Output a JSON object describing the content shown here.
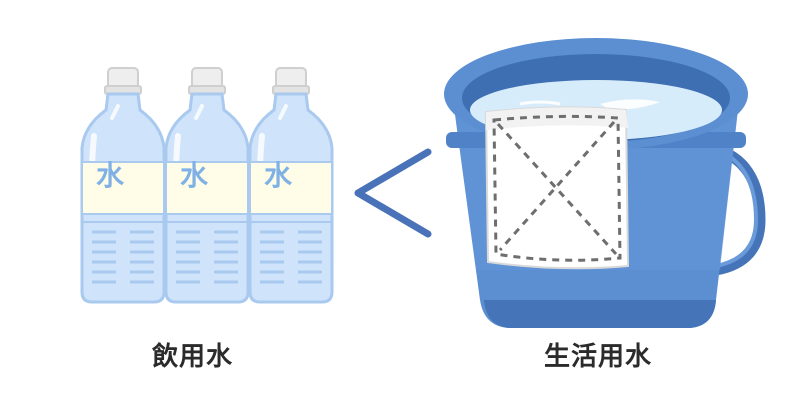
{
  "illustration": {
    "left_caption": "飲用水",
    "right_caption": "生活用水",
    "bottle_label": "水",
    "comparison_symbol_icon": "less-than-icon",
    "colors": {
      "bottle_fill": "#cfe4fb",
      "bottle_outline": "#a9c9ef",
      "bottle_cap": "#eeeeee",
      "bottle_label_bg": "#fffde8",
      "bottle_label_text": "#7fb1e6",
      "bucket_body": "#5b8fd2",
      "bucket_dark": "#4674b8",
      "bucket_water": "#d6ecfb",
      "cloth": "#ffffff",
      "cloth_stitch": "#6e6e6e",
      "symbol": "#4a72b8",
      "caption_text": "#2b2b2b"
    }
  }
}
